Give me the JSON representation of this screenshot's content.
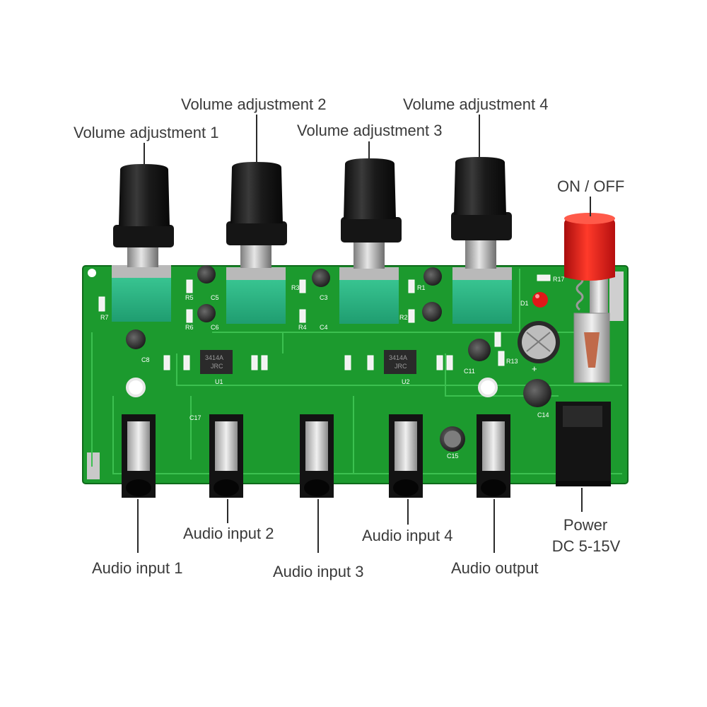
{
  "labels": {
    "volume_1": "Volume adjustment 1",
    "volume_2": "Volume adjustment 2",
    "volume_3": "Volume adjustment 3",
    "volume_4": "Volume adjustment 4",
    "on_off": "ON / OFF",
    "audio_input_1": "Audio input 1",
    "audio_input_2": "Audio input 2",
    "audio_input_3": "Audio input 3",
    "audio_input_4": "Audio input 4",
    "audio_output": "Audio output",
    "power_line1": "Power",
    "power_line2": "DC 5-15V"
  },
  "silkscreen": {
    "chip_u1": "3414A",
    "chip_u1_b": "JRC",
    "chip_u2": "3414A",
    "chip_u2_b": "JRC",
    "u1": "U1",
    "u2": "U2",
    "c3": "C3",
    "c4": "C4",
    "c5": "C5",
    "c6": "C6",
    "c8": "C8",
    "c11": "C11",
    "c14": "C14",
    "c15": "C15",
    "c17": "C17",
    "r1": "R1",
    "r2": "R2",
    "r3": "R3",
    "r4": "R4",
    "r5": "R5",
    "r6": "R6",
    "r7": "R7",
    "r13": "R13",
    "r17": "R17",
    "d1": "D1",
    "cap_value": "+"
  },
  "colors": {
    "pcb": "#1c9a2e",
    "pcb_dark": "#127a22",
    "trace": "#2fb440",
    "knob": "#1d1d1d",
    "pot_body": "#2dbb8a",
    "switch_cap": "#e21a1a",
    "jack": "#1a1a1a",
    "led": "#e01818"
  }
}
